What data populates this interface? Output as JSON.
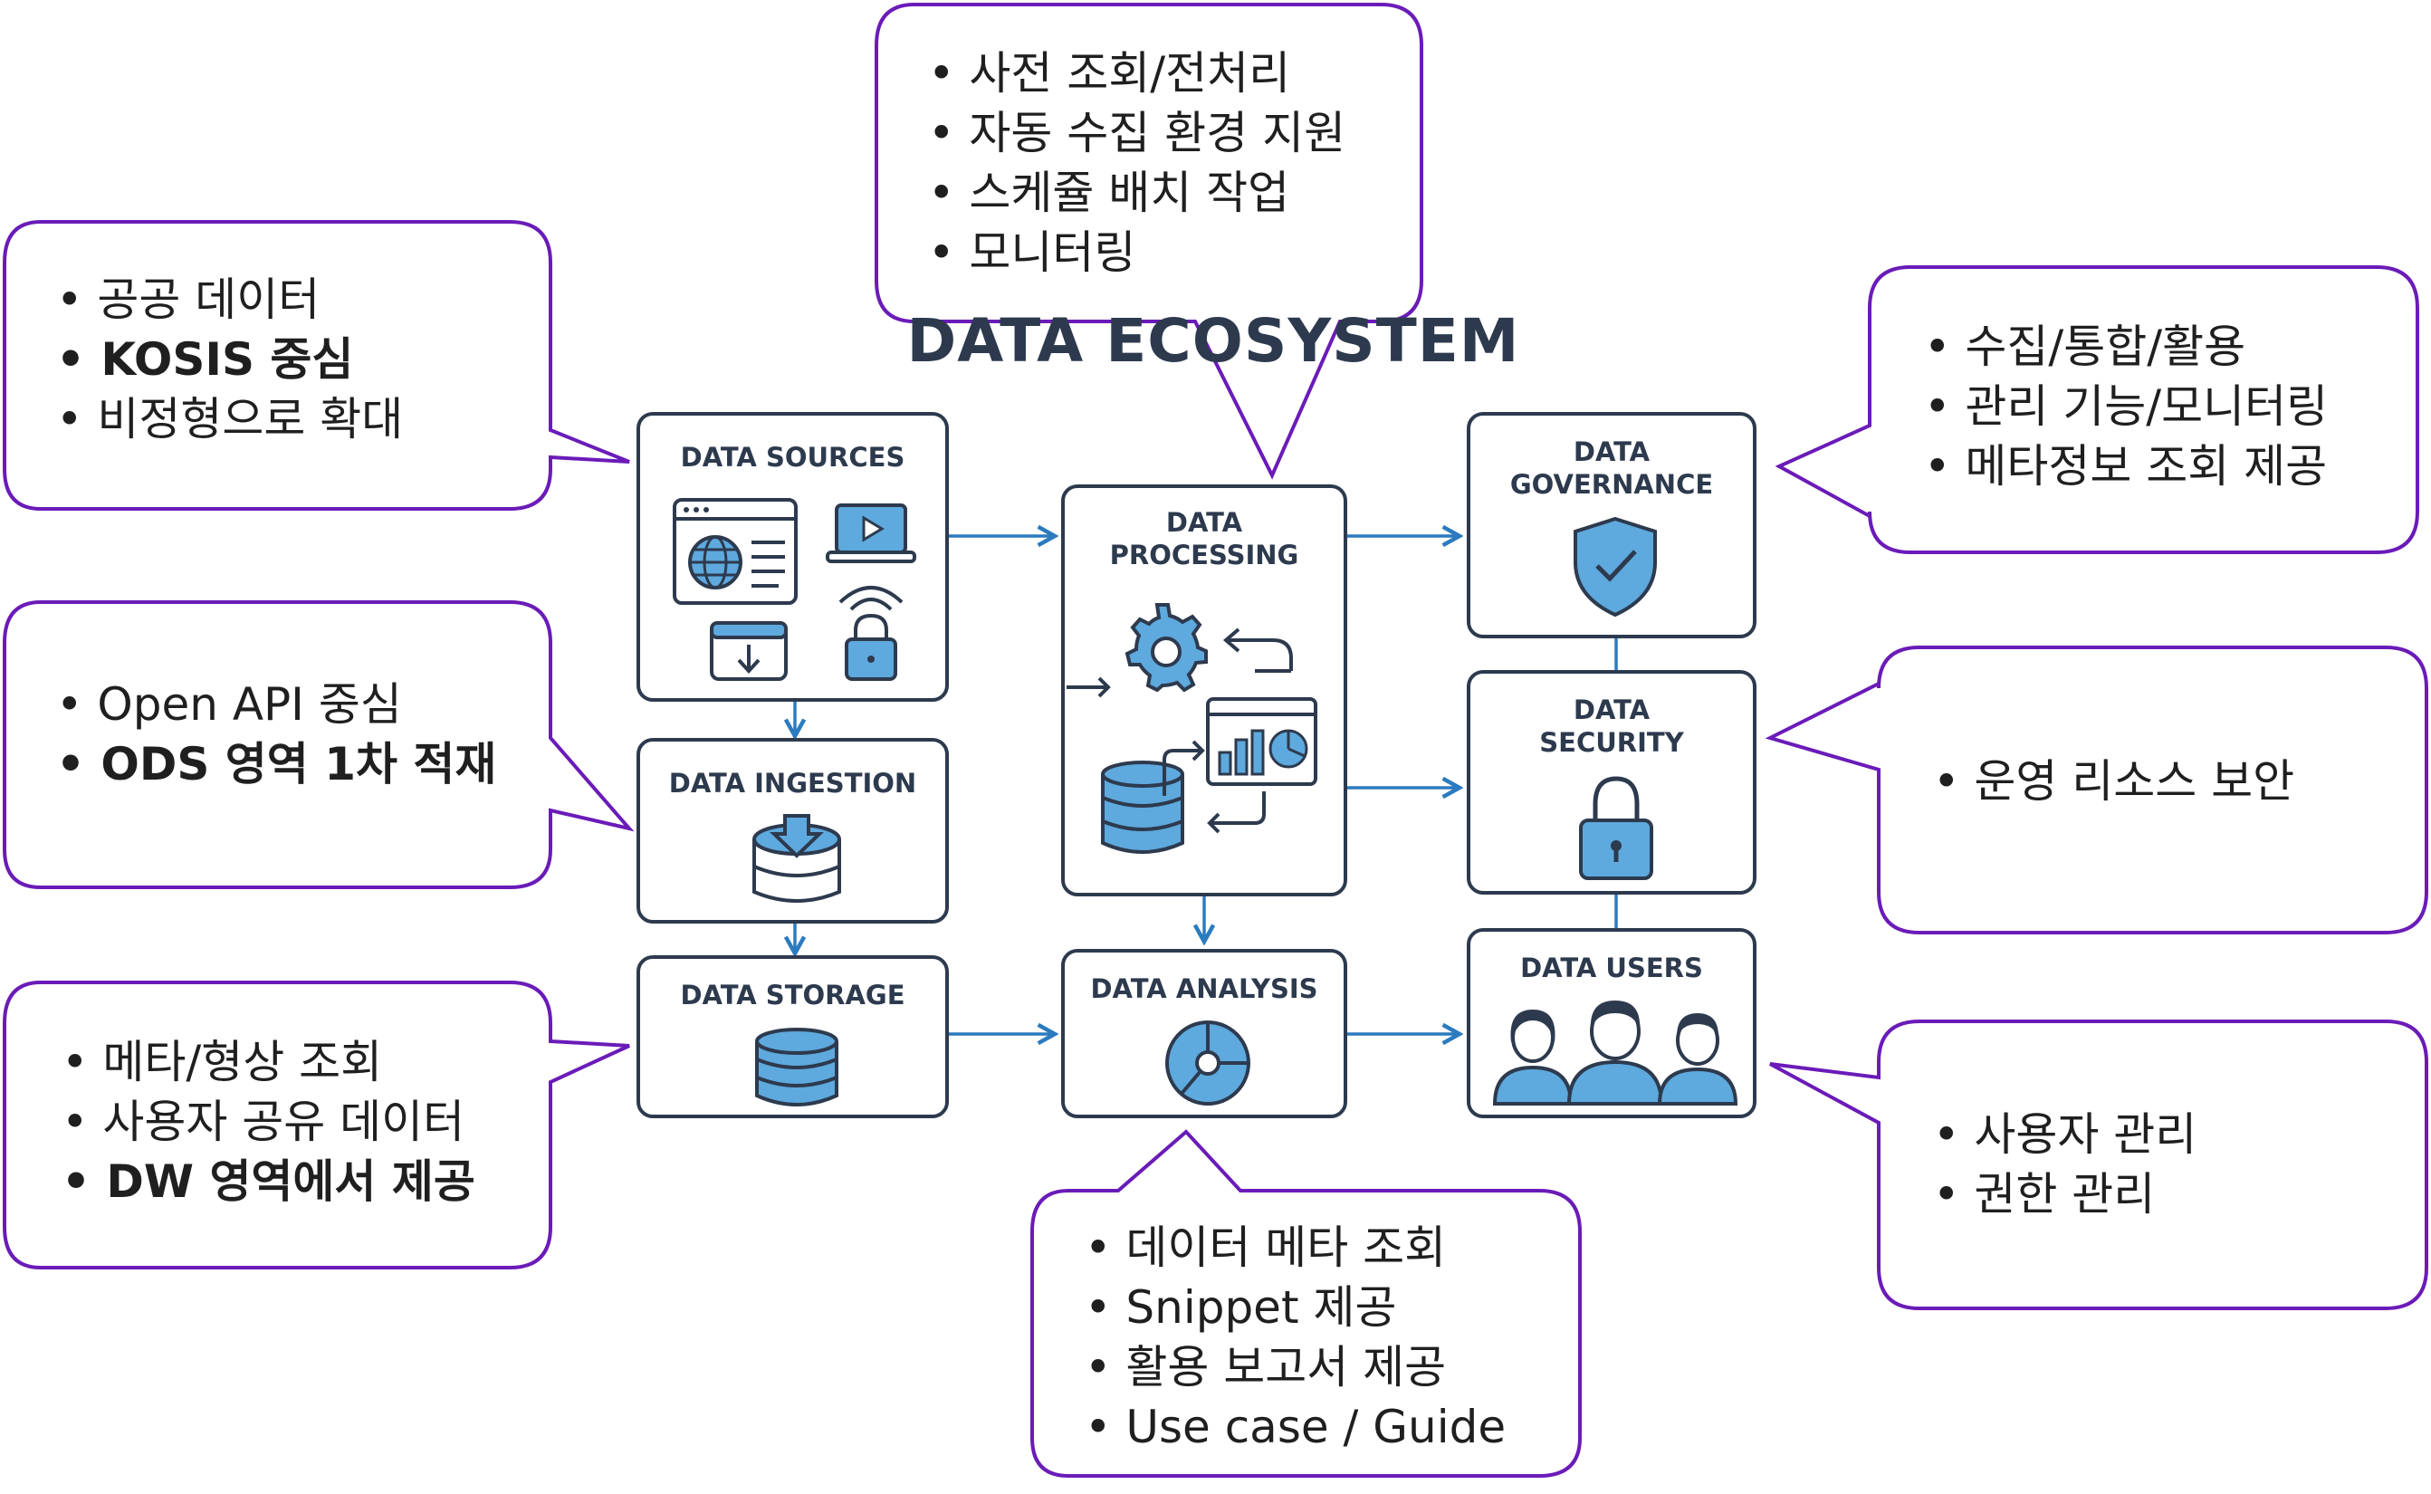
{
  "title": "DATA ECOSYSTEM",
  "colors": {
    "stroke": "#2d3a4e",
    "fill": "#5ea9dd",
    "arrow": "#2b7bbf",
    "callout": "#6a1bb8"
  },
  "nodes": {
    "sources": "DATA SOURCES",
    "ingestion": "DATA INGESTION",
    "storage": "DATA STORAGE",
    "processing": "DATA\nPROCESSING",
    "analysis": "DATA ANALYSIS",
    "governance": "DATA\nGOVERNANCE",
    "security": "DATA\nSECURITY",
    "users": "DATA USERS"
  },
  "callouts": {
    "sources": [
      "공공 데이터",
      "KOSIS 중심",
      "비정형으로 확대"
    ],
    "ingestion": [
      "Open API 중심",
      "ODS 영역 1차 적재"
    ],
    "storage": [
      "메타/형상 조회",
      "사용자 공유 데이터",
      "DW 영역에서 제공"
    ],
    "processing": [
      "사전 조회/전처리",
      "자동 수집 환경 지원",
      "스케쥴 배치 작업",
      "모니터링"
    ],
    "analysis": [
      "데이터 메타 조회",
      "Snippet 제공",
      "활용 보고서 제공",
      "Use case / Guide"
    ],
    "governance": [
      "수집/통합/활용",
      "관리 기능/모니터링",
      "메타정보 조회 제공"
    ],
    "security": [
      "운영 리소스 보안"
    ],
    "users": [
      "사용자 관리",
      "권한 관리"
    ]
  },
  "icons": {
    "sources": [
      "browser-globe-icon",
      "laptop-video-icon",
      "wifi-icon",
      "tablet-download-icon",
      "lock-icon"
    ],
    "ingestion": [
      "database-download-icon"
    ],
    "storage": [
      "database-icon"
    ],
    "processing": [
      "gear-icon",
      "refresh-arrow-icon",
      "chart-window-icon",
      "database-icon"
    ],
    "analysis": [
      "pie-chart-icon"
    ],
    "governance": [
      "shield-check-icon"
    ],
    "security": [
      "padlock-icon"
    ],
    "users": [
      "users-group-icon"
    ]
  }
}
